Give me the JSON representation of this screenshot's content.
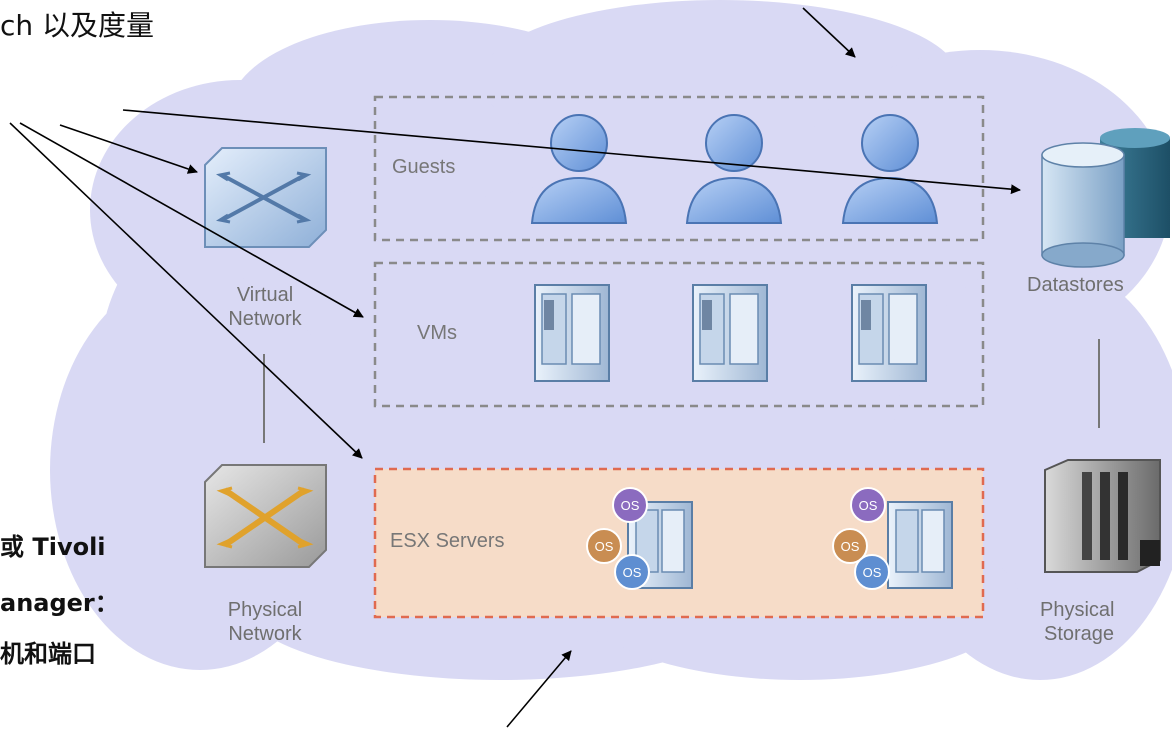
{
  "top_text": "ch 以及度量",
  "left_text": {
    "line1": "或 Tivoli",
    "line2": "anager：",
    "line3": "机和端口"
  },
  "groups": {
    "guests": "Guests",
    "vms": "VMs",
    "esx": "ESX Servers"
  },
  "nodes": {
    "virtual_network": [
      "Virtual",
      "Network"
    ],
    "physical_network": [
      "Physical",
      "Network"
    ],
    "datastores": "Datastores",
    "physical_storage": [
      "Physical",
      "Storage"
    ]
  },
  "os_badge": "OS",
  "colors": {
    "cloud": "#d9d9f4",
    "person": "#7aa7e6",
    "esx_fill": "#f6dcc8",
    "esx_border": "#e06a50",
    "os_purple": "#8b6bbf",
    "os_orange": "#c98d52",
    "os_blue": "#5e8ed1"
  }
}
